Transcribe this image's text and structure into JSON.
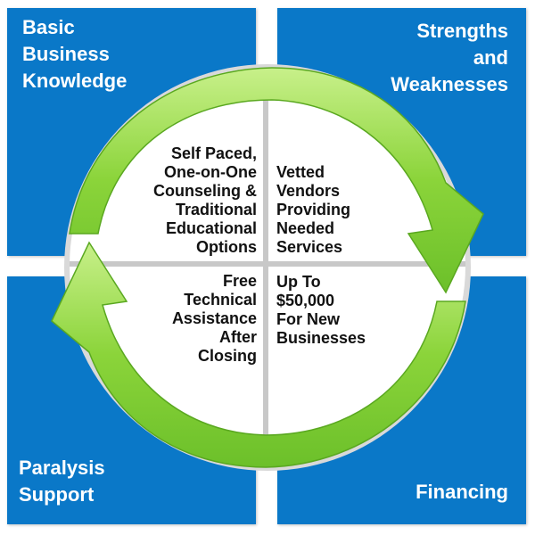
{
  "quadrants": {
    "top_left": {
      "lines": [
        "Basic",
        "Business",
        "Knowledge"
      ]
    },
    "top_right": {
      "lines": [
        "Strengths",
        "and",
        "Weaknesses"
      ]
    },
    "bottom_left": {
      "lines": [
        "Paralysis",
        "Support"
      ]
    },
    "bottom_right": {
      "lines": [
        "Financing"
      ]
    }
  },
  "center": {
    "top_left": {
      "lines": [
        "Self Paced,",
        "One-on-One",
        "Counseling &",
        "Traditional",
        "Educational",
        "Options"
      ]
    },
    "top_right": {
      "lines": [
        "Vetted",
        "Vendors",
        "Providing",
        "Needed",
        "Services"
      ]
    },
    "bottom_left": {
      "lines": [
        "Free",
        "Technical",
        "Assistance",
        "After",
        "Closing"
      ]
    },
    "bottom_right": {
      "lines": [
        "Up To",
        "$50,000",
        "For New",
        "Businesses"
      ]
    }
  },
  "colors": {
    "quadrant_blue": "#0a78c8",
    "arrow_green": "#8bd43a",
    "arrow_highlight": "#c8f08a",
    "divider_gray": "#c8c8c8"
  },
  "icons": [
    "circular-arrow-top",
    "circular-arrow-bottom"
  ]
}
